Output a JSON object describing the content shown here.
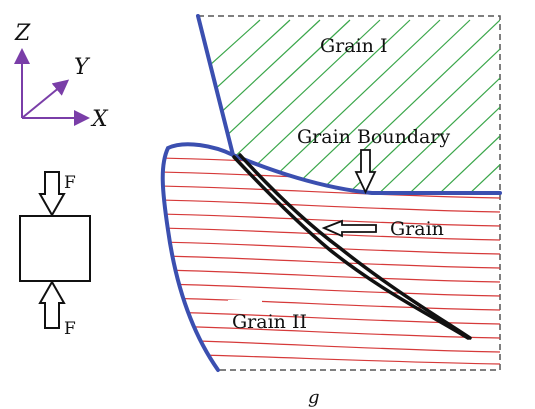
{
  "axes": {
    "z_label": "Z",
    "y_label": "Y",
    "x_label": "X"
  },
  "force_diagram": {
    "top_force_label": "F",
    "bottom_force_label": "F"
  },
  "labels": {
    "grain_1": "Grain I",
    "grain_boundary": "Grain Boundary",
    "grain": "Grain",
    "grain_2": "Grain II",
    "caption": "g"
  },
  "colors": {
    "boundary_blue": "#3b4fb0",
    "grain1_hatch": "#3aa64a",
    "grain2_hatch": "#d63a3a",
    "axis_purple": "#7a3ea8",
    "crack_black": "#111111",
    "dashed_frame": "#555555"
  },
  "icons": {
    "force_arrow": "hollow-arrow-icon"
  }
}
